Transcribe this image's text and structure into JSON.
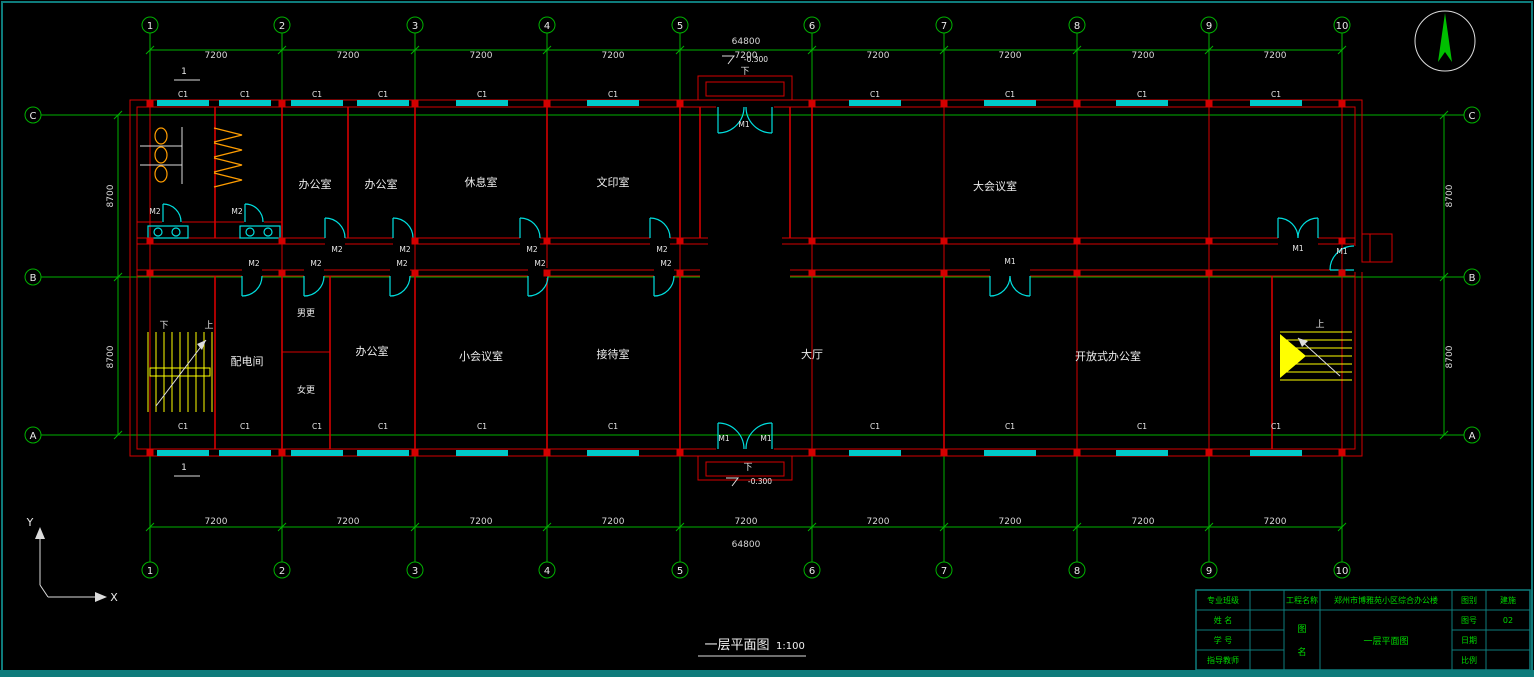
{
  "drawing": {
    "title": "一层平面图",
    "scale": "1:100"
  },
  "axes": {
    "columns": [
      "1",
      "2",
      "3",
      "4",
      "5",
      "6",
      "7",
      "8",
      "9",
      "10"
    ],
    "rows": [
      "C",
      "B",
      "A"
    ]
  },
  "dims": {
    "bay": "7200",
    "total_width": "64800",
    "side": "8700"
  },
  "levels": {
    "entrance": "-0.300"
  },
  "marks": {
    "section": "1",
    "down": "下",
    "up": "上"
  },
  "openings": {
    "double_door": "M1",
    "single_door": "M2",
    "window": "C1"
  },
  "rooms": {
    "office": "办公室",
    "rest": "休息室",
    "print": "文印室",
    "big_meeting": "大会议室",
    "power": "配电间",
    "male_change": "男更",
    "female_change": "女更",
    "small_meeting": "小会议室",
    "reception": "接待室",
    "hall": "大厅",
    "open_office": "开放式办公室"
  },
  "ucs": {
    "x_label": "X",
    "y_label": "Y"
  },
  "titleblock": {
    "class_label": "专业班级",
    "name_label": "姓 名",
    "id_label": "学 号",
    "teacher_label": "指导教师",
    "project_label": "工程名称",
    "fig_label_1": "图",
    "fig_label_2": "名",
    "project_name": "郑州市博雅苑小区综合办公楼",
    "drawing_name": "一层平面图",
    "type_label": "图别",
    "type_value": "建施",
    "no_label": "图号",
    "no_value": "02",
    "date_label": "日期",
    "scale_label": "比例"
  }
}
